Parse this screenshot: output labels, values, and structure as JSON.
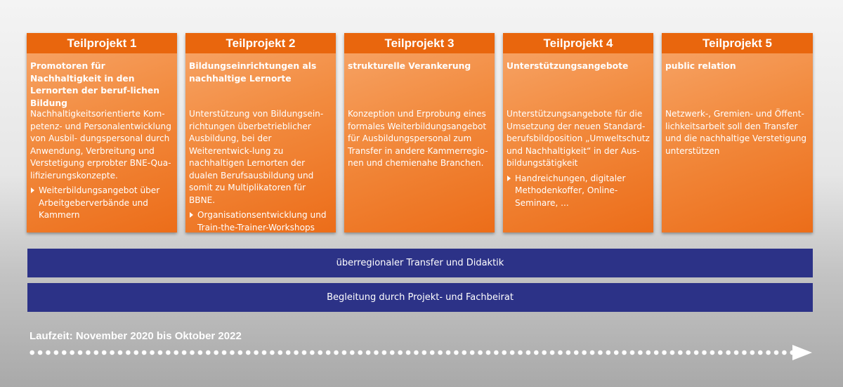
{
  "cards": [
    {
      "header": "Teilprojekt 1",
      "title": "Promotoren für Nachhaltigkeit in den Lernorten der beruf-lichen Bildung",
      "body": "Nachhaltigkeitsorientierte Kom-petenz- und Personalentwicklung von Ausbil-  dungspersonal durch Anwendung, Verbreitung und Verstetigung erprobter BNE-Qua-lifizierungskonzepte.",
      "bullet": "Weiterbildungsangebot über Arbeitgeberverbände und Kammern"
    },
    {
      "header": "Teilprojekt 2",
      "title": "Bildungseinrichtungen als nachhaltige Lernorte",
      "body": "Unterstützung von Bildungsein-richtungen überbetrieblicher Ausbildung, bei der Weiterentwick-lung zu nachhaltigen Lernorten der dualen  Berufsausbildung und somit zu Multiplikatoren für BBNE.",
      "bullet": "Organisationsentwicklung und Train-the-Trainer-Workshops"
    },
    {
      "header": "Teilprojekt 3",
      "title": "strukturelle Verankerung",
      "body": "Konzeption und Erprobung eines formales Weiterbildungsangebot für Ausbildungspersonal zum Transfer in andere Kammerregio-nen und chemienahe  Branchen."
    },
    {
      "header": "Teilprojekt 4",
      "title": "Unterstützungsangebote",
      "body": "Unterstützungsangebote für die Umsetzung der neuen Standard-berufsbildposition „Umweltschutz und Nachhaltigkeit“ in der Aus-bildungstätigkeit",
      "bullet": "Handreichungen, digitaler Methodenkoffer, Online-Seminare, ..."
    },
    {
      "header": "Teilprojekt 5",
      "title": "public relation",
      "body": "Netzwerk-, Gremien- und Öffent-lichkeitsarbeit soll den Transfer und die nachhaltige Verstetigung unterstützen"
    }
  ],
  "bars": [
    "überregionaler Transfer und Didaktik",
    "Begleitung durch Projekt- und Fachbeirat"
  ],
  "runtime": "Laufzeit: November 2020 bis Oktober 2022"
}
